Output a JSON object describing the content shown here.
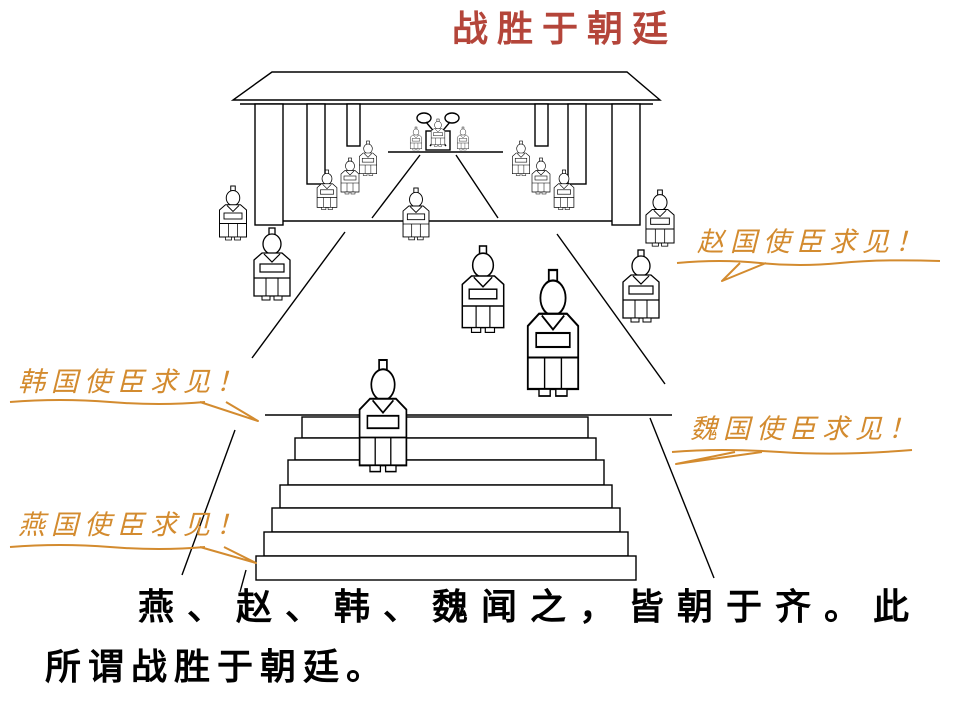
{
  "slide": {
    "title": "战胜于朝廷",
    "bubbles": {
      "zhao": "赵国使臣求见！",
      "han": "韩国使臣求见！",
      "wei": "魏国使臣求见！",
      "yan": "燕国使臣求见！"
    },
    "body": {
      "line1": "燕、赵、韩、魏闻之，皆朝于齐。此",
      "line2": "所谓战胜于朝廷。"
    },
    "colors": {
      "title": "#b4453a",
      "bubble": "#d38b2f",
      "ink": "#000000"
    }
  }
}
